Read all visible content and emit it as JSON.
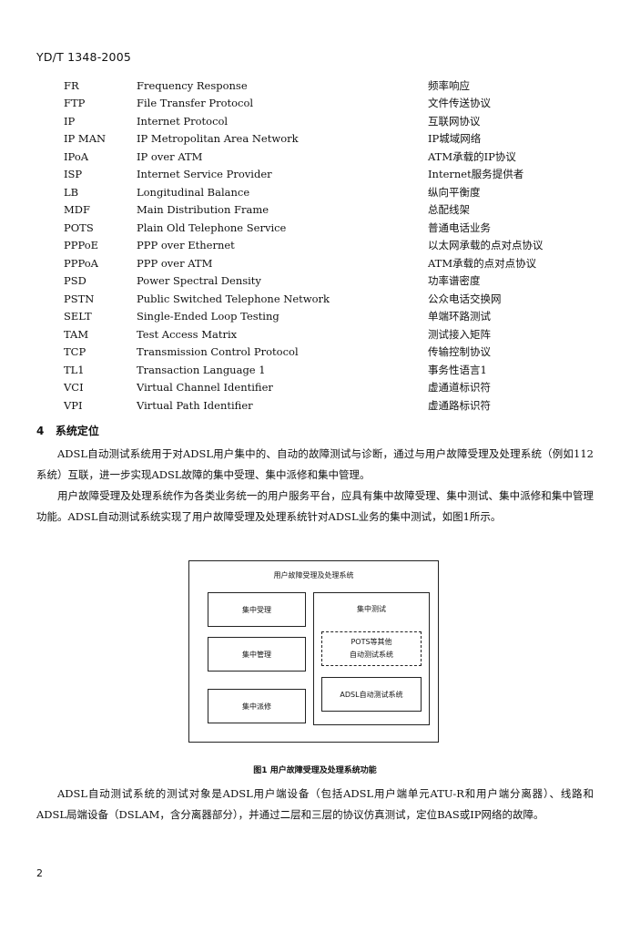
{
  "header": "YD/T 1348-2005",
  "abbreviations": [
    {
      "abbr": "FR",
      "en": "Frequency Response",
      "zh": "频率响应"
    },
    {
      "abbr": "FTP",
      "en": "File Transfer Protocol",
      "zh": "文件传送协议"
    },
    {
      "abbr": "IP",
      "en": "Internet Protocol",
      "zh": "互联网协议"
    },
    {
      "abbr": "IP MAN",
      "en": "IP Metropolitan Area Network",
      "zh": "IP城域网络"
    },
    {
      "abbr": "IPoA",
      "en": "IP over ATM",
      "zh": "ATM承载的IP协议"
    },
    {
      "abbr": "ISP",
      "en": "Internet Service Provider",
      "zh": "Internet服务提供者"
    },
    {
      "abbr": "LB",
      "en": "Longitudinal Balance",
      "zh": "纵向平衡度"
    },
    {
      "abbr": "MDF",
      "en": "Main Distribution Frame",
      "zh": "总配线架"
    },
    {
      "abbr": "POTS",
      "en": "Plain Old Telephone Service",
      "zh": "普通电话业务"
    },
    {
      "abbr": "PPPoE",
      "en": "PPP over Ethernet",
      "zh": "以太网承载的点对点协议"
    },
    {
      "abbr": "PPPoA",
      "en": "PPP over ATM",
      "zh": "ATM承载的点对点协议"
    },
    {
      "abbr": "PSD",
      "en": "Power Spectral Density",
      "zh": "功率谱密度"
    },
    {
      "abbr": "PSTN",
      "en": "Public Switched Telephone Network",
      "zh": "公众电话交换网"
    },
    {
      "abbr": "SELT",
      "en": "Single-Ended Loop Testing",
      "zh": "单端环路测试"
    },
    {
      "abbr": "TAM",
      "en": "Test Access Matrix",
      "zh": "测试接入矩阵"
    },
    {
      "abbr": "TCP",
      "en": "Transmission Control Protocol",
      "zh": "传输控制协议"
    },
    {
      "abbr": "TL1",
      "en": "Transaction Language 1",
      "zh": "事务性语言1"
    },
    {
      "abbr": "VCI",
      "en": "Virtual Channel Identifier",
      "zh": "虚通道标识符"
    },
    {
      "abbr": "VPI",
      "en": "Virtual Path Identifier",
      "zh": "虚通路标识符"
    }
  ],
  "section": {
    "number": "4",
    "title": "系统定位"
  },
  "para1": "ADSL自动测试系统用于对ADSL用户集中的、自动的故障测试与诊断，通过与用户故障受理及处理系统（例如112系统）互联，进一步实现ADSL故障的集中受理、集中派修和集中管理。",
  "para2": "用户故障受理及处理系统作为各类业务统一的用户服务平台，应具有集中故障受理、集中测试、集中派修和集中管理功能。ADSL自动测试系统实现了用户故障受理及处理系统针对ADSL业务的集中测试，如图1所示。",
  "figure": {
    "title": "用户故障受理及处理系统",
    "left_boxes": [
      "集中受理",
      "集中管理",
      "集中派修"
    ],
    "right_title": "集中测试",
    "pots_box": [
      "POTS等其他",
      "自动测试系统"
    ],
    "adsl_box": "ADSL自动测试系统",
    "caption": "图1  用户故障受理及处理系统功能"
  },
  "para3": "ADSL自动测试系统的测试对象是ADSL用户端设备（包括ADSL用户端单元ATU-R和用户端分离器）、线路和ADSL局端设备（DSLAM，含分离器部分），并通过二层和三层的协议仿真测试，定位BAS或IP网络的故障。",
  "page_number": "2"
}
